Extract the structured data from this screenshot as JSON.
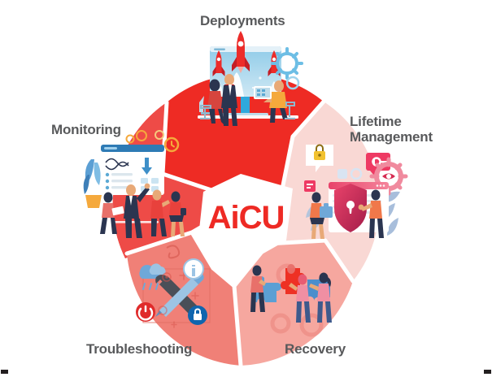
{
  "graphic": {
    "type": "cycle-wheel-infographic",
    "center_logo": "AiCU",
    "center_logo_color": "#EE2A24",
    "background": "#FFFFFF",
    "label_color": "#58595B",
    "segment_count": 5
  },
  "segments": [
    {
      "id": "deployments",
      "label": "Deployments",
      "color": "#EE2B24",
      "position": "top",
      "illustration": "rocket-launch-illustration",
      "icons": [
        "rocket-icon",
        "rocket-icon",
        "rocket-icon",
        "monitor-icon",
        "gear-icon",
        "person-icon",
        "person-icon",
        "person-icon"
      ]
    },
    {
      "id": "lifetime-management",
      "label": "Lifetime\nManagement",
      "color": "#F9D8D4",
      "position": "right",
      "illustration": "security-shield-illustration",
      "icons": [
        "shield-lock-icon",
        "padlock-icon",
        "key-icon",
        "gear-icon",
        "browser-window-icon",
        "person-icon",
        "person-icon"
      ]
    },
    {
      "id": "recovery",
      "label": "Recovery",
      "color": "#F6A79F",
      "position": "bottom-right",
      "illustration": "puzzle-pieces-illustration",
      "icons": [
        "puzzle-piece-icon",
        "puzzle-piece-icon",
        "puzzle-piece-icon",
        "gear-icon",
        "person-icon",
        "person-icon",
        "person-icon"
      ]
    },
    {
      "id": "troubleshooting",
      "label": "Troubleshooting",
      "color": "#F08077",
      "position": "bottom-left",
      "illustration": "tools-illustration",
      "icons": [
        "wrench-icon",
        "screwdriver-icon",
        "cloud-icon",
        "padlock-icon",
        "power-icon",
        "info-icon"
      ]
    },
    {
      "id": "monitoring",
      "label": "Monitoring",
      "color": "#EE4B47",
      "position": "left",
      "illustration": "dashboard-analytics-illustration",
      "icons": [
        "dashboard-window-icon",
        "chart-icon",
        "download-icon",
        "clock-icon",
        "plant-icon",
        "person-icon",
        "person-icon",
        "person-icon",
        "person-icon"
      ]
    }
  ],
  "crop_marks": {
    "bottom_left": "crop-mark",
    "bottom_right": "crop-mark"
  }
}
